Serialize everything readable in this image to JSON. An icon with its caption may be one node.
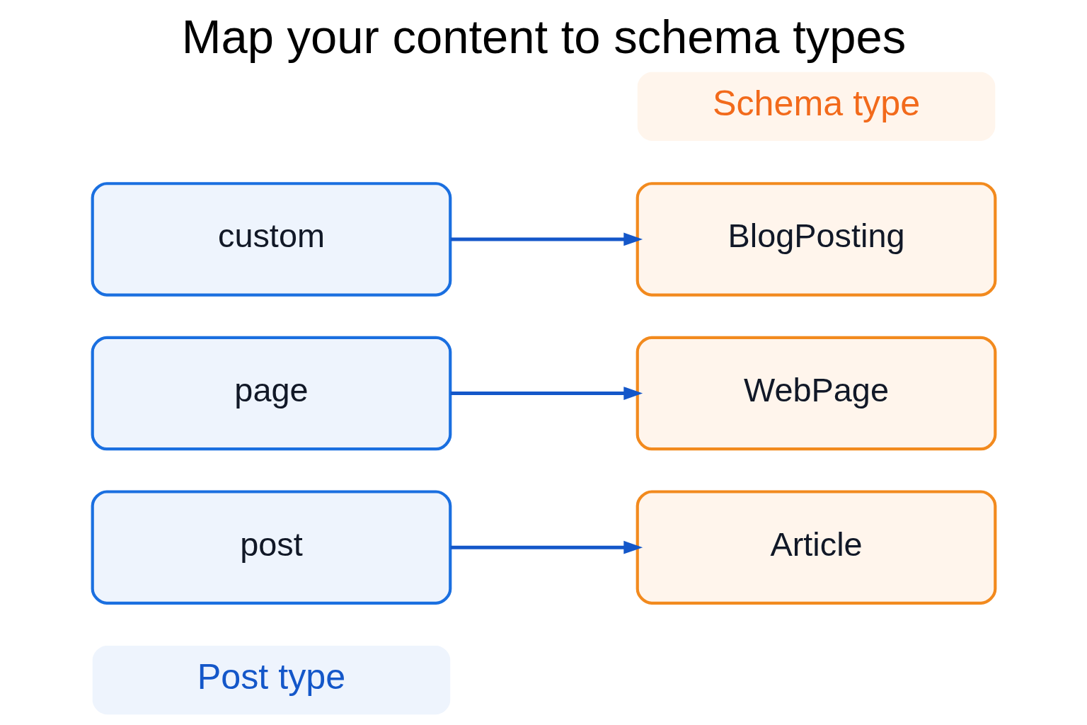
{
  "diagram": {
    "title": "Map your content to schema types",
    "nodes": [
      {
        "text": [
          "Post type"
        ]
      },
      {
        "text": [
          "Schema type"
        ]
      },
      {
        "text": [
          "post"
        ]
      },
      {
        "text": [
          "page"
        ]
      },
      {
        "text": [
          "custom"
        ]
      },
      {
        "text": [
          "Article"
        ]
      },
      {
        "text": [
          "WebPage"
        ]
      },
      {
        "text": [
          "BlogPosting"
        ]
      }
    ],
    "edges": [
      {
        "from": 2,
        "to": 5,
        "arrow": "to"
      },
      {
        "from": 3,
        "to": 6,
        "arrow": "to"
      },
      {
        "from": 4,
        "to": 7,
        "arrow": "to"
      }
    ]
  }
}
